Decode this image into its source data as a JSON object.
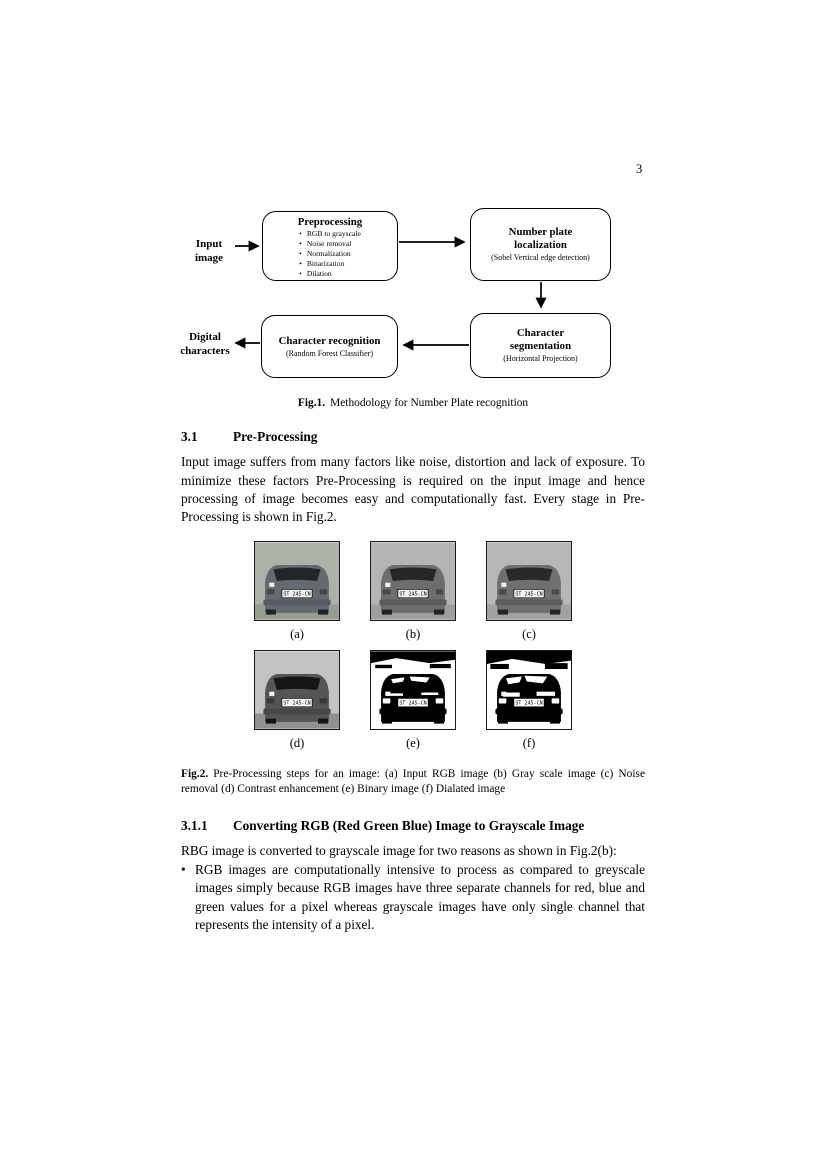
{
  "page": {
    "number": "3"
  },
  "figure1": {
    "input_label": "Input image",
    "output_label": "Digital characters",
    "nodes": {
      "preprocessing": {
        "title": "Preprocessing",
        "items": [
          "RGB to grayscale",
          "Noise removal",
          "Normalization",
          "Binarization",
          "Dilation"
        ]
      },
      "localization": {
        "title": "Number plate localization",
        "subtitle": "(Sobel Vertical edge detection)"
      },
      "segmentation": {
        "title": "Character segmentation",
        "subtitle": "(Horizontal Projection)"
      },
      "recognition": {
        "title": "Character recognition",
        "subtitle": "(Random Forest Classifier)"
      }
    },
    "caption_label": "Fig.1.",
    "caption_text": "Methodology for Number Plate recognition"
  },
  "section_31": {
    "number": "3.1",
    "title": "Pre-Processing",
    "paragraph": "Input image suffers from many factors like noise, distortion and lack of exposure. To minimize these factors Pre-Processing is required on the input image and hence processing of image becomes easy and computationally fast. Every stage in Pre-Processing is shown in Fig.2."
  },
  "figure2": {
    "plate_text": "ST 245-CN",
    "labels": [
      "(a)",
      "(b)",
      "(c)",
      "(d)",
      "(e)",
      "(f)"
    ],
    "caption_label": "Fig.2.",
    "caption_text": "Pre-Processing steps for an image: (a) Input RGB image (b) Gray scale image (c) Noise removal (d) Contrast enhancement (e) Binary image (f) Dialated image"
  },
  "section_311": {
    "number": "3.1.1",
    "title": "Converting RGB (Red Green Blue) Image to Grayscale Image",
    "paragraph": "RBG image is converted to grayscale image for two reasons as shown in Fig.2(b):",
    "bullet": "RGB images are computationally intensive to process as compared to greyscale images simply because RGB images have three separate channels for red, blue and green values for a pixel whereas grayscale images have only single channel that represents the intensity of a pixel."
  }
}
